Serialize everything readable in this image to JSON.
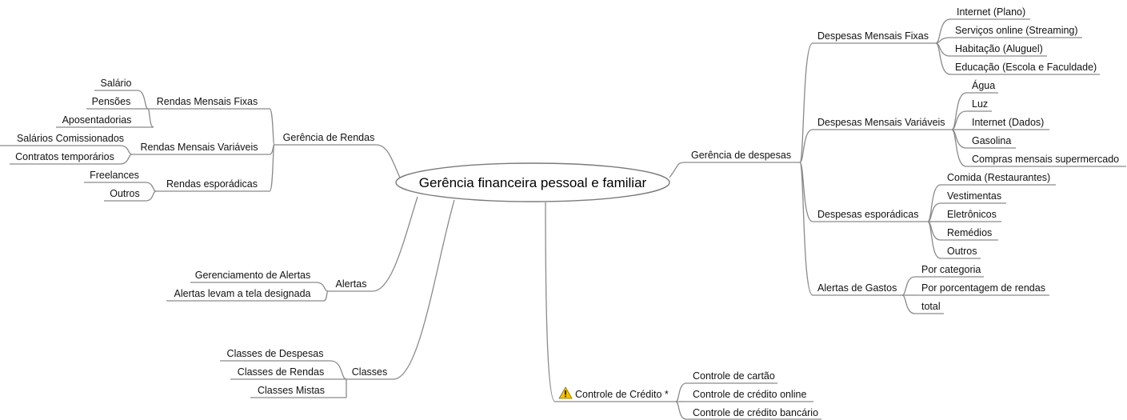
{
  "central": {
    "label": "Gerência financeira pessoal e familiar"
  },
  "rendas": {
    "label": "Gerência de Rendas",
    "fixas": {
      "label": "Rendas Mensais Fixas",
      "items": [
        "Salário",
        "Pensões",
        "Aposentadorias"
      ]
    },
    "variaveis": {
      "label": "Rendas Mensais Variáveis",
      "items": [
        "Salários Comissionados",
        "Contratos temporários"
      ]
    },
    "esporadicas": {
      "label": "Rendas esporádicas",
      "items": [
        "Freelances",
        "Outros"
      ]
    }
  },
  "alertas": {
    "label": "Alertas",
    "items": [
      "Gerenciamento de Alertas",
      "Alertas levam a tela designada"
    ]
  },
  "classes": {
    "label": "Classes",
    "items": [
      "Classes de Despesas",
      "Classes de Rendas",
      "Classes Mistas"
    ]
  },
  "credito": {
    "label": "Controle de Crédito *",
    "icon": "warning-icon",
    "icon_color": "#f2c200",
    "items": [
      "Controle de cartão",
      "Controle de crédito online",
      "Controle de crédito bancário"
    ]
  },
  "despesas": {
    "label": "Gerência de despesas",
    "fixas": {
      "label": "Despesas Mensais Fixas",
      "items": [
        "Internet (Plano)",
        "Serviços online (Streaming)",
        "Habitação (Aluguel)",
        "Educação (Escola e Faculdade)"
      ]
    },
    "variaveis": {
      "label": "Despesas Mensais Variáveis",
      "items": [
        "Água",
        "Luz",
        "Internet (Dados)",
        "Gasolina",
        "Compras mensais supermercado"
      ]
    },
    "esporadicas": {
      "label": "Despesas esporádicas",
      "items": [
        "Comida (Restaurantes)",
        "Vestimentas",
        "Eletrônicos",
        "Remédios",
        "Outros"
      ]
    },
    "alertas": {
      "label": "Alertas de Gastos",
      "items": [
        "Por categoria",
        "Por porcentagem de rendas",
        "total"
      ]
    }
  }
}
